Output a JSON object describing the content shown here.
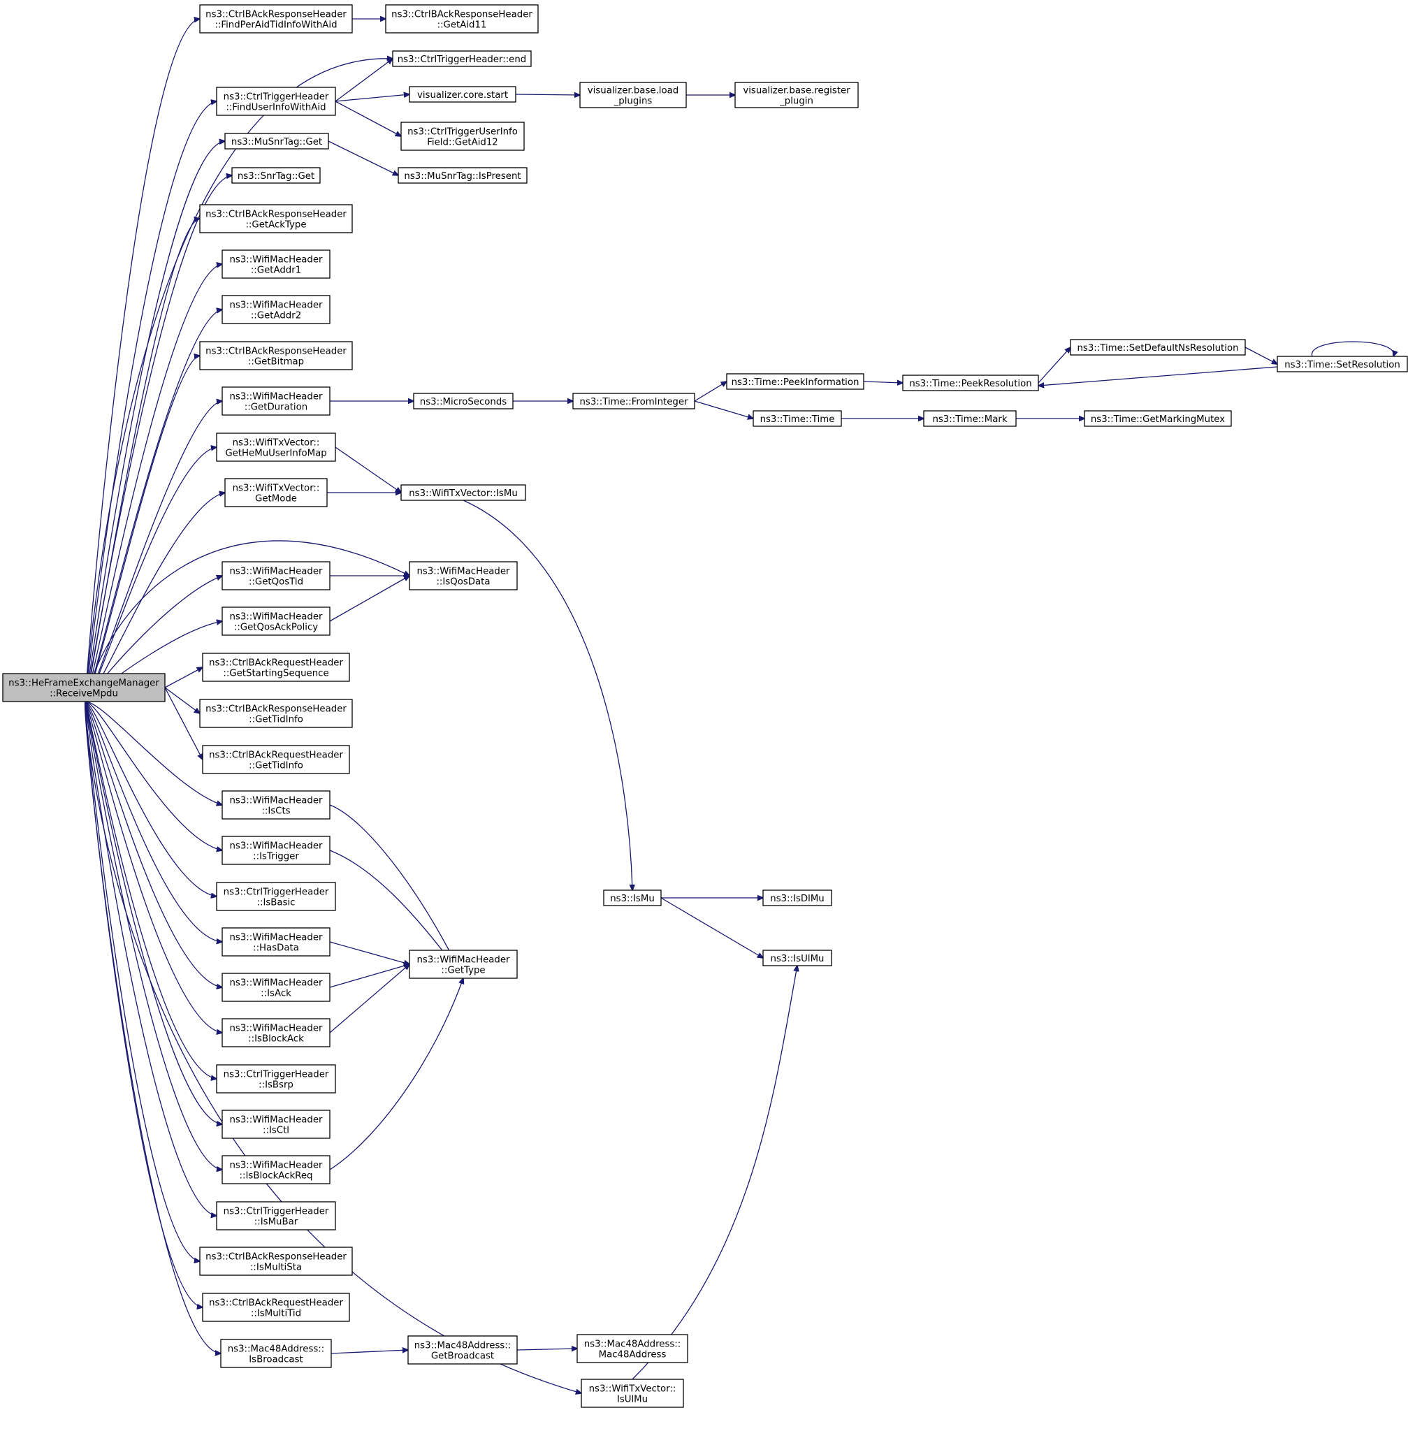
{
  "nodes": [
    {
      "id": "root",
      "lines": [
        "ns3::HeFrameExchangeManager",
        "::ReceiveMpdu"
      ]
    },
    {
      "id": "findPerAid",
      "lines": [
        "ns3::CtrlBAckResponseHeader",
        "::FindPerAidTidInfoWithAid"
      ]
    },
    {
      "id": "getAid11",
      "lines": [
        "ns3::CtrlBAckResponseHeader",
        "::GetAid11"
      ]
    },
    {
      "id": "trigEnd",
      "lines": [
        "ns3::CtrlTriggerHeader::end"
      ]
    },
    {
      "id": "findUser",
      "lines": [
        "ns3::CtrlTriggerHeader",
        "::FindUserInfoWithAid"
      ]
    },
    {
      "id": "vizStart",
      "lines": [
        "visualizer.core.start"
      ]
    },
    {
      "id": "vizLoad",
      "lines": [
        "visualizer.base.load",
        "_plugins"
      ]
    },
    {
      "id": "vizReg",
      "lines": [
        "visualizer.base.register",
        "_plugin"
      ]
    },
    {
      "id": "getAid12",
      "lines": [
        "ns3::CtrlTriggerUserInfo",
        "Field::GetAid12"
      ]
    },
    {
      "id": "muSnrGet",
      "lines": [
        "ns3::MuSnrTag::Get"
      ]
    },
    {
      "id": "muSnrPresent",
      "lines": [
        "ns3::MuSnrTag::IsPresent"
      ]
    },
    {
      "id": "snrGet",
      "lines": [
        "ns3::SnrTag::Get"
      ]
    },
    {
      "id": "getAckType",
      "lines": [
        "ns3::CtrlBAckResponseHeader",
        "::GetAckType"
      ]
    },
    {
      "id": "getAddr1",
      "lines": [
        "ns3::WifiMacHeader",
        "::GetAddr1"
      ]
    },
    {
      "id": "getAddr2",
      "lines": [
        "ns3::WifiMacHeader",
        "::GetAddr2"
      ]
    },
    {
      "id": "getBitmap",
      "lines": [
        "ns3::CtrlBAckResponseHeader",
        "::GetBitmap"
      ]
    },
    {
      "id": "getDuration",
      "lines": [
        "ns3::WifiMacHeader",
        "::GetDuration"
      ]
    },
    {
      "id": "microSec",
      "lines": [
        "ns3::MicroSeconds"
      ]
    },
    {
      "id": "fromInt",
      "lines": [
        "ns3::Time::FromInteger"
      ]
    },
    {
      "id": "peekInfo",
      "lines": [
        "ns3::Time::PeekInformation"
      ]
    },
    {
      "id": "peekRes",
      "lines": [
        "ns3::Time::PeekResolution"
      ]
    },
    {
      "id": "setDefNs",
      "lines": [
        "ns3::Time::SetDefaultNsResolution"
      ]
    },
    {
      "id": "setRes",
      "lines": [
        "ns3::Time::SetResolution"
      ]
    },
    {
      "id": "timeTime",
      "lines": [
        "ns3::Time::Time"
      ]
    },
    {
      "id": "timeMark",
      "lines": [
        "ns3::Time::Mark"
      ]
    },
    {
      "id": "getMarkMutex",
      "lines": [
        "ns3::Time::GetMarkingMutex"
      ]
    },
    {
      "id": "getHeMu",
      "lines": [
        "ns3::WifiTxVector::",
        "GetHeMuUserInfoMap"
      ]
    },
    {
      "id": "getMode",
      "lines": [
        "ns3::WifiTxVector::",
        "GetMode"
      ]
    },
    {
      "id": "txIsMu",
      "lines": [
        "ns3::WifiTxVector::IsMu"
      ]
    },
    {
      "id": "isQosData",
      "lines": [
        "ns3::WifiMacHeader",
        "::IsQosData"
      ]
    },
    {
      "id": "getQosTid",
      "lines": [
        "ns3::WifiMacHeader",
        "::GetQosTid"
      ]
    },
    {
      "id": "getQosAck",
      "lines": [
        "ns3::WifiMacHeader",
        "::GetQosAckPolicy"
      ]
    },
    {
      "id": "getStartSeq",
      "lines": [
        "ns3::CtrlBAckRequestHeader",
        "::GetStartingSequence"
      ]
    },
    {
      "id": "respTidInfo",
      "lines": [
        "ns3::CtrlBAckResponseHeader",
        "::GetTidInfo"
      ]
    },
    {
      "id": "reqTidInfo",
      "lines": [
        "ns3::CtrlBAckRequestHeader",
        "::GetTidInfo"
      ]
    },
    {
      "id": "isCts",
      "lines": [
        "ns3::WifiMacHeader",
        "::IsCts"
      ]
    },
    {
      "id": "isTrigger",
      "lines": [
        "ns3::WifiMacHeader",
        "::IsTrigger"
      ]
    },
    {
      "id": "isBasic",
      "lines": [
        "ns3::CtrlTriggerHeader",
        "::IsBasic"
      ]
    },
    {
      "id": "hasData",
      "lines": [
        "ns3::WifiMacHeader",
        "::HasData"
      ]
    },
    {
      "id": "getType",
      "lines": [
        "ns3::WifiMacHeader",
        "::GetType"
      ]
    },
    {
      "id": "isAck",
      "lines": [
        "ns3::WifiMacHeader",
        "::IsAck"
      ]
    },
    {
      "id": "isBlockAck",
      "lines": [
        "ns3::WifiMacHeader",
        "::IsBlockAck"
      ]
    },
    {
      "id": "isBsrp",
      "lines": [
        "ns3::CtrlTriggerHeader",
        "::IsBsrp"
      ]
    },
    {
      "id": "isCtl",
      "lines": [
        "ns3::WifiMacHeader",
        "::IsCtl"
      ]
    },
    {
      "id": "isBlockAckReq",
      "lines": [
        "ns3::WifiMacHeader",
        "::IsBlockAckReq"
      ]
    },
    {
      "id": "isMuBar",
      "lines": [
        "ns3::CtrlTriggerHeader",
        "::IsMuBar"
      ]
    },
    {
      "id": "isMultiSta",
      "lines": [
        "ns3::CtrlBAckResponseHeader",
        "::IsMultiSta"
      ]
    },
    {
      "id": "isMultiTid",
      "lines": [
        "ns3::CtrlBAckRequestHeader",
        "::IsMultiTid"
      ]
    },
    {
      "id": "isBroadcast",
      "lines": [
        "ns3::Mac48Address::",
        "IsBroadcast"
      ]
    },
    {
      "id": "getBroadcast",
      "lines": [
        "ns3::Mac48Address::",
        "GetBroadcast"
      ]
    },
    {
      "id": "mac48",
      "lines": [
        "ns3::Mac48Address::",
        "Mac48Address"
      ]
    },
    {
      "id": "isUlMuTx",
      "lines": [
        "ns3::WifiTxVector::",
        "IsUlMu"
      ]
    },
    {
      "id": "nsIsMu",
      "lines": [
        "ns3::IsMu"
      ]
    },
    {
      "id": "isDlMu",
      "lines": [
        "ns3::IsDlMu"
      ]
    },
    {
      "id": "isUlMu",
      "lines": [
        "ns3::IsUlMu"
      ]
    }
  ],
  "edges": [
    [
      "root",
      "findPerAid"
    ],
    [
      "findPerAid",
      "getAid11"
    ],
    [
      "root",
      "trigEnd"
    ],
    [
      "root",
      "findUser"
    ],
    [
      "findUser",
      "trigEnd"
    ],
    [
      "findUser",
      "vizStart"
    ],
    [
      "findUser",
      "getAid12"
    ],
    [
      "vizStart",
      "vizLoad"
    ],
    [
      "vizLoad",
      "vizReg"
    ],
    [
      "root",
      "muSnrGet"
    ],
    [
      "muSnrGet",
      "muSnrPresent"
    ],
    [
      "root",
      "snrGet"
    ],
    [
      "root",
      "getAckType"
    ],
    [
      "root",
      "getAddr1"
    ],
    [
      "root",
      "getAddr2"
    ],
    [
      "root",
      "getBitmap"
    ],
    [
      "root",
      "getDuration"
    ],
    [
      "getDuration",
      "microSec"
    ],
    [
      "microSec",
      "fromInt"
    ],
    [
      "fromInt",
      "peekInfo"
    ],
    [
      "fromInt",
      "timeTime"
    ],
    [
      "peekInfo",
      "peekRes"
    ],
    [
      "peekRes",
      "setDefNs"
    ],
    [
      "setDefNs",
      "setRes"
    ],
    [
      "setRes",
      "peekRes"
    ],
    [
      "setRes",
      "setRes"
    ],
    [
      "timeTime",
      "timeMark"
    ],
    [
      "timeMark",
      "getMarkMutex"
    ],
    [
      "root",
      "getHeMu"
    ],
    [
      "getHeMu",
      "txIsMu"
    ],
    [
      "root",
      "getMode"
    ],
    [
      "getMode",
      "txIsMu"
    ],
    [
      "txIsMu",
      "nsIsMu"
    ],
    [
      "root",
      "isQosData"
    ],
    [
      "root",
      "getQosTid"
    ],
    [
      "getQosTid",
      "isQosData"
    ],
    [
      "root",
      "getQosAck"
    ],
    [
      "getQosAck",
      "isQosData"
    ],
    [
      "root",
      "getStartSeq"
    ],
    [
      "root",
      "respTidInfo"
    ],
    [
      "root",
      "reqTidInfo"
    ],
    [
      "root",
      "isCts"
    ],
    [
      "isCts",
      "getType"
    ],
    [
      "root",
      "isTrigger"
    ],
    [
      "isTrigger",
      "getType"
    ],
    [
      "root",
      "isBasic"
    ],
    [
      "root",
      "hasData"
    ],
    [
      "hasData",
      "getType"
    ],
    [
      "root",
      "isAck"
    ],
    [
      "isAck",
      "getType"
    ],
    [
      "root",
      "isBlockAck"
    ],
    [
      "isBlockAck",
      "getType"
    ],
    [
      "root",
      "isBsrp"
    ],
    [
      "root",
      "isCtl"
    ],
    [
      "root",
      "isBlockAckReq"
    ],
    [
      "isBlockAckReq",
      "getType"
    ],
    [
      "root",
      "isMuBar"
    ],
    [
      "root",
      "isMultiSta"
    ],
    [
      "root",
      "isMultiTid"
    ],
    [
      "root",
      "isBroadcast"
    ],
    [
      "isBroadcast",
      "getBroadcast"
    ],
    [
      "getBroadcast",
      "mac48"
    ],
    [
      "root",
      "isUlMuTx"
    ],
    [
      "isUlMuTx",
      "isUlMu"
    ],
    [
      "nsIsMu",
      "isDlMu"
    ],
    [
      "nsIsMu",
      "isUlMu"
    ]
  ]
}
